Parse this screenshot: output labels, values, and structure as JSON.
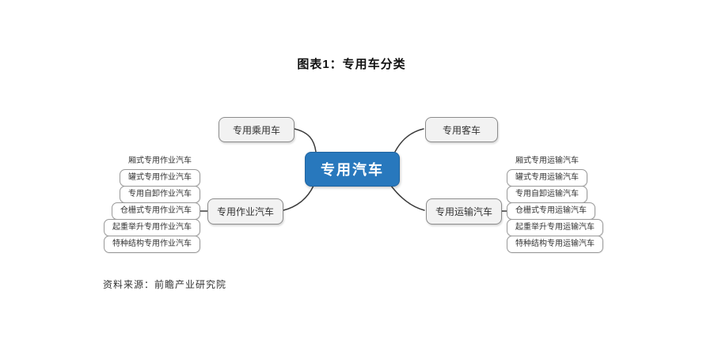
{
  "title": "图表1：专用车分类",
  "center": {
    "label": "专用汽车"
  },
  "branches": {
    "passenger": {
      "label": "专用乘用车"
    },
    "bus": {
      "label": "专用客车"
    },
    "work": {
      "label": "专用作业汽车"
    },
    "transport": {
      "label": "专用运输汽车"
    }
  },
  "work_items": [
    "厢式专用作业汽车",
    "罐式专用作业汽车",
    "专用自卸作业汽车",
    "仓栅式专用作业汽车",
    "起重举升专用作业汽车",
    "特种结构专用作业汽车"
  ],
  "transport_items": [
    "厢式专用运输汽车",
    "罐式专用运输汽车",
    "专用自卸运输汽车",
    "仓栅式专用运输汽车",
    "起重举升专用运输汽车",
    "特种结构专用运输汽车"
  ],
  "source": "资料来源：前瞻产业研究院",
  "colors": {
    "accent": "#2878BD",
    "accent_border": "#1f64a0",
    "node_fill": "#f2f2f2",
    "node_border": "#8c8c8c",
    "line": "#3b3b3b"
  }
}
